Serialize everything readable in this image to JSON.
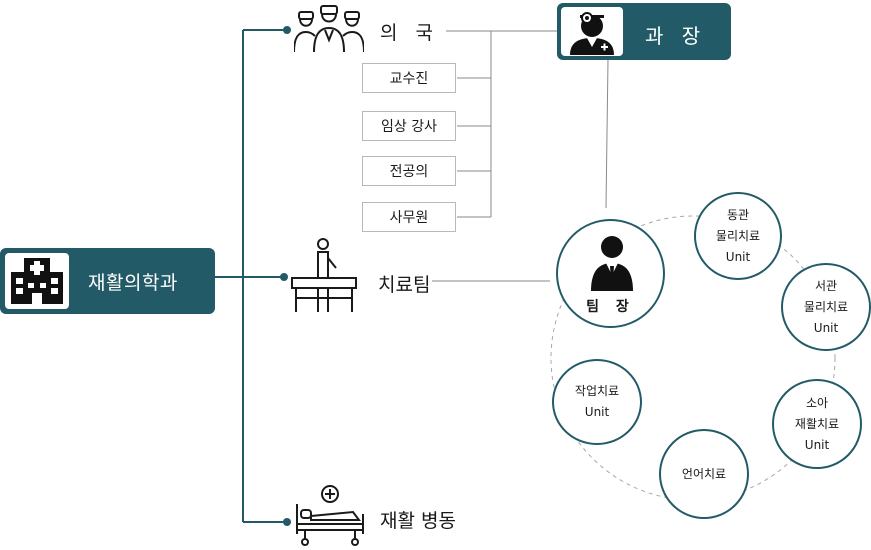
{
  "department": {
    "label": "재활의학과",
    "icon": "hospital-building-icon"
  },
  "chief": {
    "label": "과 장",
    "icon": "doctor-head-mirror-icon"
  },
  "sections": {
    "doctors": {
      "label": "의 국",
      "icon": "doctors-group-icon"
    },
    "therapy": {
      "label": "치료팀",
      "icon": "therapist-table-icon"
    },
    "ward": {
      "label": "재활 병동",
      "icon": "hospital-bed-icon"
    }
  },
  "doctor_roles": [
    "교수진",
    "임상 강사",
    "전공의",
    "사무원"
  ],
  "team_lead": {
    "label": "팀 장",
    "icon": "manager-person-icon"
  },
  "units": [
    {
      "lines": [
        "동관",
        "물리치료",
        "Unit"
      ]
    },
    {
      "lines": [
        "서관",
        "물리치료",
        "Unit"
      ]
    },
    {
      "lines": [
        "소아",
        "재활치료",
        "Unit"
      ]
    },
    {
      "lines": [
        "언어치료"
      ]
    },
    {
      "lines": [
        "작업치료",
        "Unit"
      ]
    }
  ],
  "colors": {
    "primary": "#235a67",
    "line": "#6b6b6b",
    "dashed": "#a8a8a8"
  }
}
